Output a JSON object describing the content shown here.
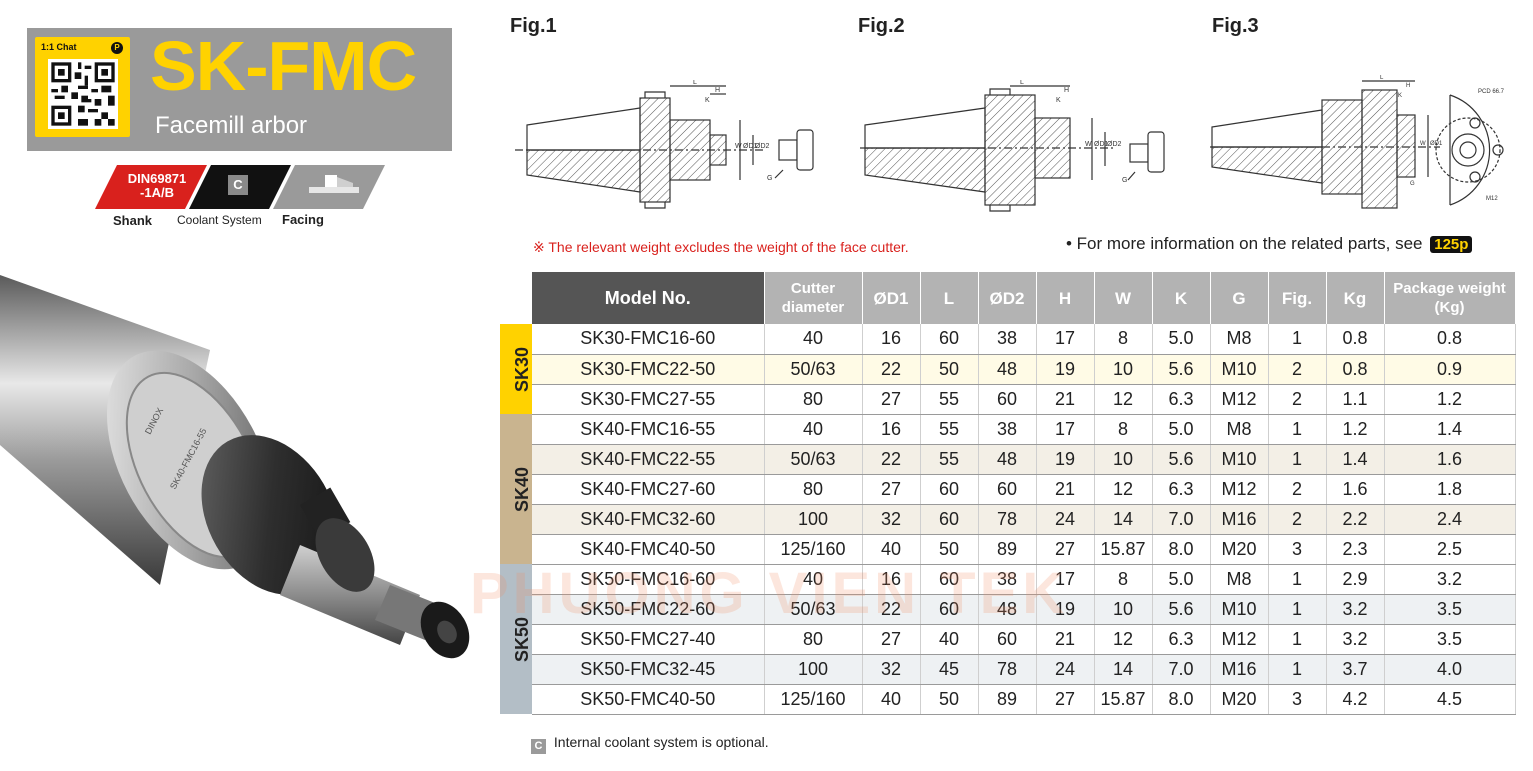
{
  "header": {
    "qr_caption": "1:1 Chat",
    "qr_badge": "P",
    "title": "SK-FMC",
    "subtitle": "Facemill arbor"
  },
  "tags": {
    "shank_code": "DIN69871\n-1A/B",
    "coolant_code": "C",
    "shank_label": "Shank",
    "coolant_label": "Coolant System",
    "facing_label": "Facing"
  },
  "product_engraving": [
    "DINOX",
    "SK40-FMC16-55"
  ],
  "figures": {
    "fig1": "Fig.1",
    "fig2": "Fig.2",
    "fig3": "Fig.3",
    "dim_labels": {
      "L": "L",
      "K": "K",
      "H": "H",
      "W": "W",
      "D1": "ØD1",
      "D2": "ØD2",
      "G": "G",
      "pcd": "PCD 66.7",
      "m12": "M12"
    }
  },
  "notes": {
    "weight_note": "※ The relevant weight excludes the weight of the face cutter.",
    "info_note": "• For more information on the related parts, see",
    "page_ref": "125p"
  },
  "table": {
    "headers": [
      "Model No.",
      "Cutter diameter",
      "ØD1",
      "L",
      "ØD2",
      "H",
      "W",
      "K",
      "G",
      "Fig.",
      "Kg",
      "Package weight (Kg)"
    ],
    "groups": [
      {
        "label": "SK30",
        "rows": [
          [
            "SK30-FMC16-60",
            "40",
            "16",
            "60",
            "38",
            "17",
            "8",
            "5.0",
            "M8",
            "1",
            "0.8",
            "0.8"
          ],
          [
            "SK30-FMC22-50",
            "50/63",
            "22",
            "50",
            "48",
            "19",
            "10",
            "5.6",
            "M10",
            "2",
            "0.8",
            "0.9"
          ],
          [
            "SK30-FMC27-55",
            "80",
            "27",
            "55",
            "60",
            "21",
            "12",
            "6.3",
            "M12",
            "2",
            "1.1",
            "1.2"
          ]
        ]
      },
      {
        "label": "SK40",
        "rows": [
          [
            "SK40-FMC16-55",
            "40",
            "16",
            "55",
            "38",
            "17",
            "8",
            "5.0",
            "M8",
            "1",
            "1.2",
            "1.4"
          ],
          [
            "SK40-FMC22-55",
            "50/63",
            "22",
            "55",
            "48",
            "19",
            "10",
            "5.6",
            "M10",
            "1",
            "1.4",
            "1.6"
          ],
          [
            "SK40-FMC27-60",
            "80",
            "27",
            "60",
            "60",
            "21",
            "12",
            "6.3",
            "M12",
            "2",
            "1.6",
            "1.8"
          ],
          [
            "SK40-FMC32-60",
            "100",
            "32",
            "60",
            "78",
            "24",
            "14",
            "7.0",
            "M16",
            "2",
            "2.2",
            "2.4"
          ],
          [
            "SK40-FMC40-50",
            "125/160",
            "40",
            "50",
            "89",
            "27",
            "15.87",
            "8.0",
            "M20",
            "3",
            "2.3",
            "2.5"
          ]
        ]
      },
      {
        "label": "SK50",
        "rows": [
          [
            "SK50-FMC16-60",
            "40",
            "16",
            "60",
            "38",
            "17",
            "8",
            "5.0",
            "M8",
            "1",
            "2.9",
            "3.2"
          ],
          [
            "SK50-FMC22-60",
            "50/63",
            "22",
            "60",
            "48",
            "19",
            "10",
            "5.6",
            "M10",
            "1",
            "3.2",
            "3.5"
          ],
          [
            "SK50-FMC27-40",
            "80",
            "27",
            "40",
            "60",
            "21",
            "12",
            "6.3",
            "M12",
            "1",
            "3.2",
            "3.5"
          ],
          [
            "SK50-FMC32-45",
            "100",
            "32",
            "45",
            "78",
            "24",
            "14",
            "7.0",
            "M16",
            "1",
            "3.7",
            "4.0"
          ],
          [
            "SK50-FMC40-50",
            "125/160",
            "40",
            "50",
            "89",
            "27",
            "15.87",
            "8.0",
            "M20",
            "3",
            "4.2",
            "4.5"
          ]
        ]
      }
    ]
  },
  "footnote": {
    "badge": "C",
    "text": "Internal coolant system is optional."
  },
  "watermark": "PHUONG VIEN TEK",
  "colors": {
    "brand_yellow": "#ffd200",
    "banner_gray": "#9a9a9a",
    "header_dark": "#555555",
    "din_red": "#d9211d",
    "sk40_tan": "#c9b48f",
    "sk50_blue_gray": "#b3bec6"
  }
}
